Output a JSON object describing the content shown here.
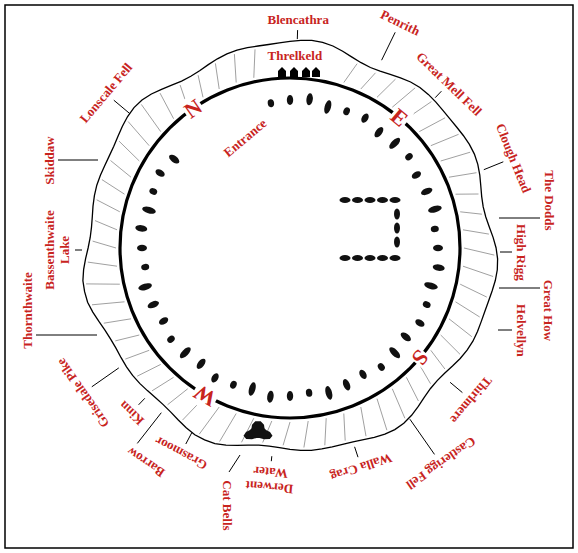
{
  "diagram": {
    "labels": [
      "Blencathra",
      "Threlkeld",
      "Great Mell Fell",
      "Penrith",
      "Clough Head",
      "Lonscale Fell",
      "N",
      "Entrance",
      "E",
      "The Dodds",
      "High Rigg",
      "Great How",
      "Helvellyn",
      "Skiddaw",
      "Bassenthwaite Lake",
      "Thornthwaite",
      "W",
      "S",
      "Thirlmere",
      "Castlerigg Fell",
      "Walla Crag",
      "Kinn",
      "Barrow",
      "Grisedale Pike",
      "Grasmoor",
      "Derwent Water",
      "Cat Bells"
    ]
  }
}
